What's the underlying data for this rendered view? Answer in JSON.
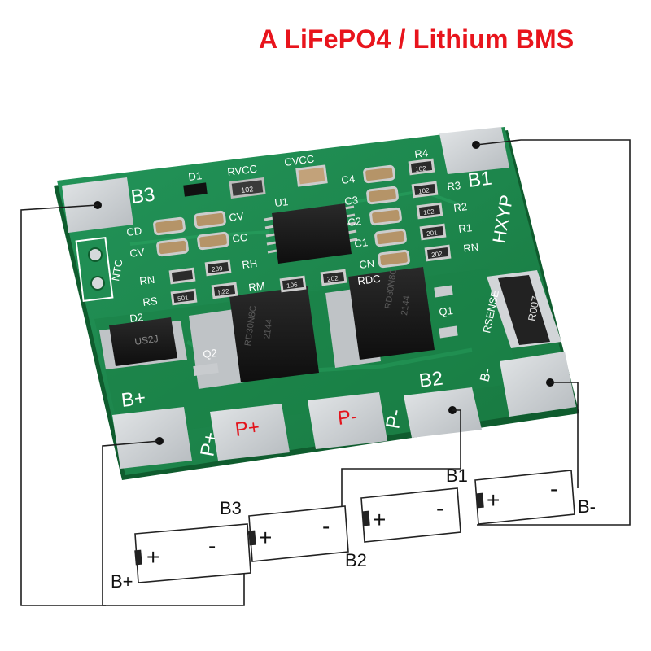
{
  "title": "A LiFePO4 / Lithium BMS",
  "colors": {
    "title": "#e8141c",
    "pcb": "#1f8a4c",
    "pcb_dark": "#146b37",
    "silk": "#ffffff",
    "pad": "#c9cdd0",
    "red_label": "#e3141c",
    "wire": "#222222"
  },
  "board": {
    "brand": "HXYP",
    "pads": {
      "b3": "B3",
      "b1": "B1",
      "b2": "B2",
      "b_minus": "B-",
      "b_plus": "B+",
      "p_plus": "P+",
      "p_minus": "P-",
      "p_plus_side": "P+",
      "p_minus_side": "P-"
    },
    "silk_labels": {
      "d1": "D1",
      "rvcc": "RVCC",
      "cvcc": "CVCC",
      "u1": "U1",
      "r4": "R4",
      "c4": "C4",
      "r3": "R3",
      "c3": "C3",
      "r2": "R2",
      "c2": "C2",
      "r1": "R1",
      "c1": "C1",
      "rn_right": "RN",
      "cn": "CN",
      "rdc": "RDC",
      "cd": "CD",
      "cv_left": "CV",
      "cv_mid": "CV",
      "cc": "CC",
      "rn_left": "RN",
      "rh": "RH",
      "rs": "RS",
      "rm": "RM",
      "d2": "D2",
      "q1": "Q1",
      "q2": "Q2",
      "ntc": "NTC",
      "rsense": "RSENSE"
    },
    "component_marks": {
      "rvcc_value": "102",
      "r4_value": "102",
      "r3_value": "102",
      "r2_value": "102",
      "r1_value": "201",
      "rn_value": "202",
      "rh_value": "289",
      "rs_value": "501",
      "rm_value": "106",
      "rdc_value": "202",
      "rs2_value": "h22",
      "d2_marking": "US2J",
      "q1_marking_line1": "RD30N8C",
      "q1_marking_line2": "2144",
      "q2_marking_line1": "RD30N8C",
      "q2_marking_line2": "2144",
      "rsense_value": "R007"
    }
  },
  "diagram": {
    "labels": {
      "b1": "B1",
      "b2": "B2",
      "b3": "B3",
      "b_minus": "B-",
      "b_plus": "B+"
    },
    "cell_plus": "+",
    "cell_minus": "-"
  }
}
